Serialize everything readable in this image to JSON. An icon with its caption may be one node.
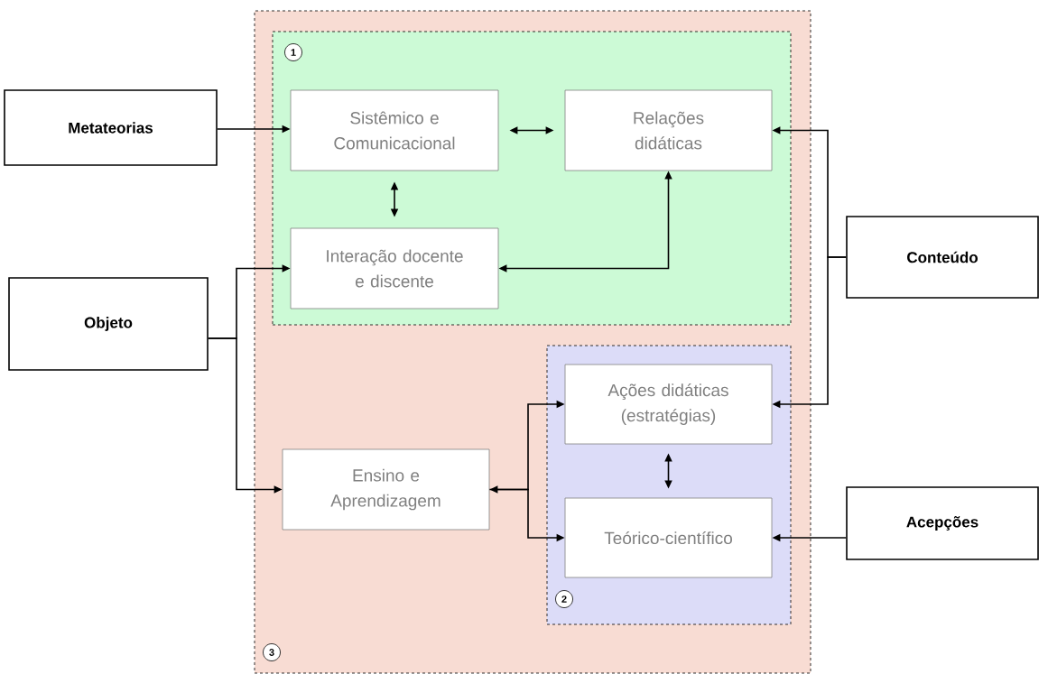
{
  "diagram": {
    "nodes": [
      {
        "text": [
          "Metateorias"
        ]
      },
      {
        "text": [],
        "shape": "box"
      },
      {
        "text": [],
        "shape": "box",
        "in": 1
      },
      {
        "text": [
          "1"
        ],
        "in": 2
      },
      {
        "text": [
          "Sistêmico e Comunicacional"
        ],
        "in": 2
      },
      {
        "text": [
          "Relações didáticas"
        ],
        "in": 2
      },
      {
        "text": [
          "Interação docente e discente"
        ],
        "in": 2
      },
      {
        "text": [
          "Conteúdo"
        ]
      },
      {
        "text": [
          "Objeto"
        ]
      },
      {
        "text": [],
        "shape": "box",
        "in": 1
      },
      {
        "text": [
          "Ações didáticas (estratégias)"
        ],
        "in": 9
      },
      {
        "text": [
          "Ensino e Aprendizagem"
        ],
        "in": 1
      },
      {
        "text": [
          "Teórico-científico"
        ],
        "in": 9
      },
      {
        "text": [
          "Acepções"
        ]
      },
      {
        "text": [
          "2"
        ],
        "in": 9
      },
      {
        "text": [
          "3"
        ],
        "in": 1
      }
    ],
    "edges": [
      {
        "from": 0,
        "to": 4,
        "arrow": "to"
      },
      {
        "from": 4,
        "to": 5,
        "arrow": "both"
      },
      {
        "from": 4,
        "to": 6,
        "arrow": "both"
      },
      {
        "from": 6,
        "to": 5,
        "arrow": "both"
      },
      {
        "from": 7,
        "to": 5,
        "arrow": "to"
      },
      {
        "from": 7,
        "to": 10,
        "arrow": "to"
      },
      {
        "from": 8,
        "to": 6,
        "arrow": "to"
      },
      {
        "from": 8,
        "to": 11,
        "arrow": "to"
      },
      {
        "from": 11,
        "to": 10,
        "arrow": "both"
      },
      {
        "from": 11,
        "to": 12,
        "arrow": "to"
      },
      {
        "from": 10,
        "to": 12,
        "arrow": "both"
      },
      {
        "from": 13,
        "to": 12,
        "arrow": "to"
      }
    ]
  }
}
